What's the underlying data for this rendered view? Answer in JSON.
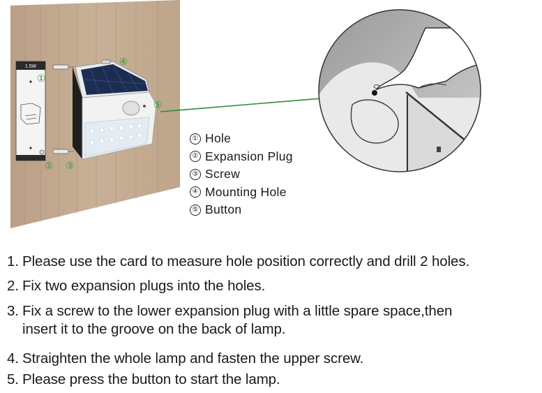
{
  "illustration": {
    "card_label": "1.5W",
    "card_callouts": [
      "①",
      "②",
      "③"
    ],
    "lamp_callouts": [
      "④",
      "⑤"
    ]
  },
  "legend": [
    {
      "marker": "①",
      "label": "Hole"
    },
    {
      "marker": "②",
      "label": "Expansion Plug"
    },
    {
      "marker": "③",
      "label": "Screw"
    },
    {
      "marker": "④",
      "label": "Mounting Hole"
    },
    {
      "marker": "⑤",
      "label": "Button"
    }
  ],
  "steps": [
    {
      "number": "1.",
      "text": "Please use the card to measure hole position correctly and drill 2 holes."
    },
    {
      "number": "2.",
      "text": "Fix two expansion plugs into the holes."
    },
    {
      "number": "3.",
      "text": "Fix a screw to the lower expansion plug with a little spare space,then",
      "text_cont": "insert it to the groove on the back of lamp."
    },
    {
      "number": "4.",
      "text": "Straighten the whole lamp and fasten the upper screw."
    },
    {
      "number": "5.",
      "text": "Please press the button to start the lamp."
    }
  ],
  "colors": {
    "callout_green": "#3a9a3a",
    "arrow_green": "#2e8b3a",
    "wood": "#c3aa90",
    "solar_panel": "#1c2d52"
  }
}
